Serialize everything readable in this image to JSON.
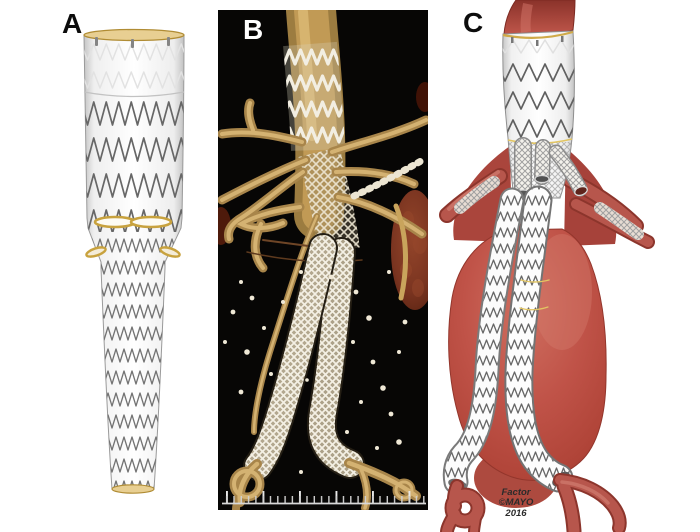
{
  "figure": {
    "panels": [
      {
        "label": "A"
      },
      {
        "label": "B"
      },
      {
        "label": "C"
      }
    ],
    "attribution": {
      "artist": "Factor",
      "copyright": "©MAYO",
      "year": "2016"
    },
    "palette": {
      "page_background": "#ffffff",
      "ct_background": "#070605",
      "vessel_gold": "#c9a45c",
      "stent_white": "#f4f0e6",
      "stent_wire_gray": "#676767",
      "marker_gold": "#d0aa48",
      "artery_red": "#b7564c",
      "aneurysm_red": "#bf4e45",
      "kidney_dark_red": "#6b2817",
      "label_dark": "#0c0c0c",
      "label_light": "#ffffff"
    }
  }
}
